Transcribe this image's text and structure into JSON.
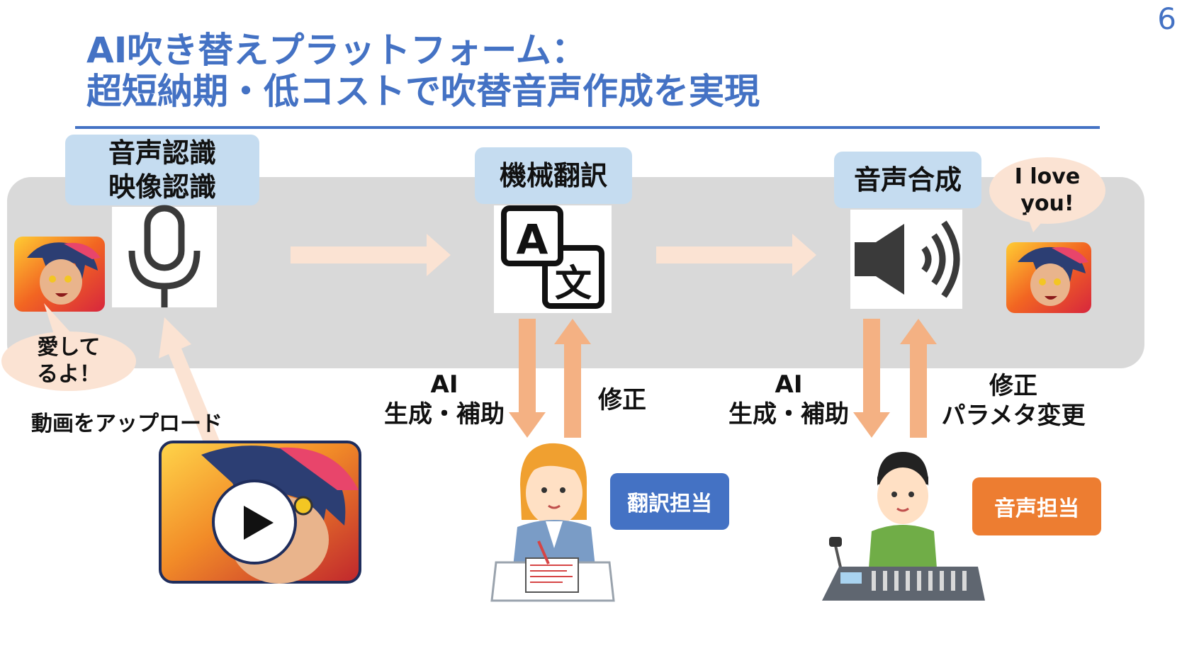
{
  "page_number": "6",
  "title": {
    "line1": "AI吹き替えプラットフォーム：",
    "line2": "超短納期・低コストで吹替音声作成を実現"
  },
  "stages": {
    "recognition": {
      "line1": "音声認識",
      "line2": "映像認識",
      "icon": "microphone-icon"
    },
    "translation": {
      "label": "機械翻訳",
      "icon": "translate-icon"
    },
    "synthesis": {
      "label": "音声合成",
      "icon": "speaker-icon"
    }
  },
  "bubbles": {
    "input": {
      "line1": "愛して",
      "line2": "るよ！"
    },
    "output": {
      "line1": "I love",
      "line2": "you!"
    }
  },
  "upload_label": "動画をアップロード",
  "translation_flow": {
    "down": {
      "line1": "AI",
      "line2": "生成・補助"
    },
    "up": "修正",
    "role": "翻訳担当"
  },
  "voice_flow": {
    "down": {
      "line1": "AI",
      "line2": "生成・補助"
    },
    "up": {
      "line1": "修正",
      "line2": "パラメタ変更"
    },
    "role": "音声担当"
  },
  "colors": {
    "accent_blue": "#4472c4",
    "label_bg": "#c5dcf0",
    "band_gray": "#d9d9d9",
    "arrow_light": "#fbe3d3",
    "arrow_orange": "#f4b183",
    "role_translation": "#4472c4",
    "role_voice": "#ed7d31"
  }
}
